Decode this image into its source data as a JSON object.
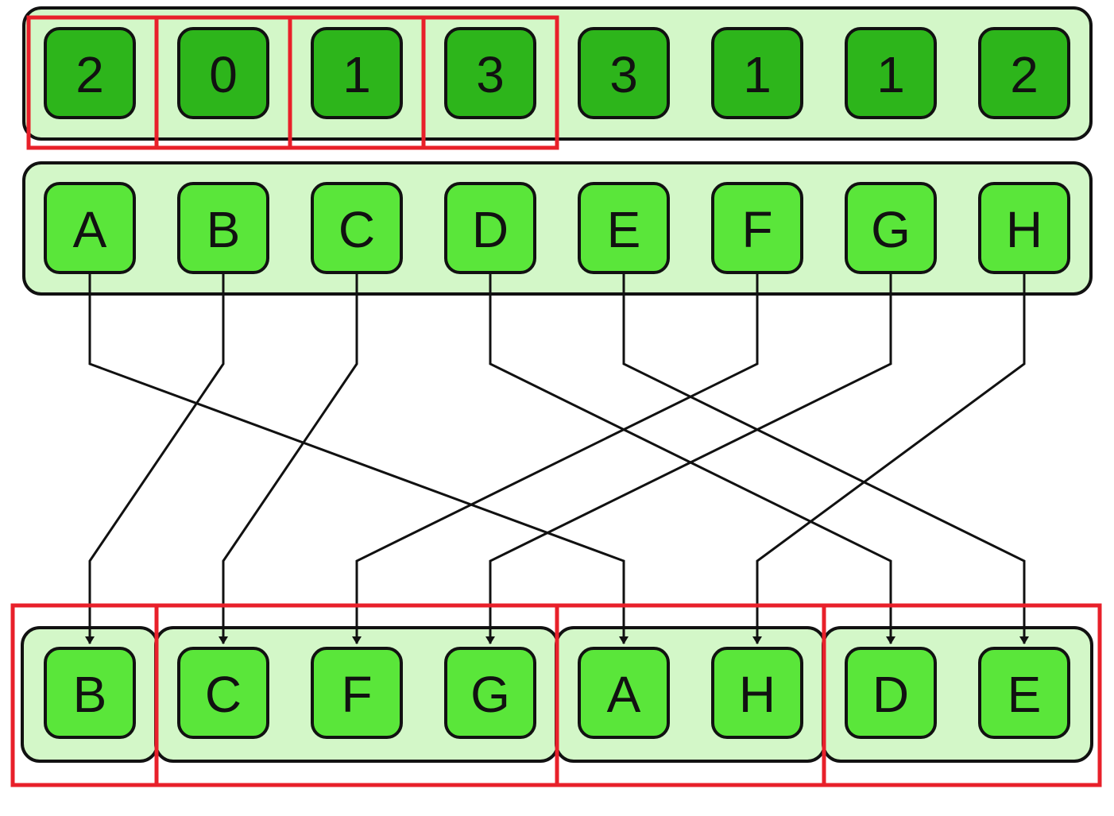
{
  "diagram": {
    "keys": [
      "2",
      "0",
      "1",
      "3",
      "3",
      "1",
      "1",
      "2"
    ],
    "input": [
      "A",
      "B",
      "C",
      "D",
      "E",
      "F",
      "G",
      "H"
    ],
    "output": [
      "B",
      "C",
      "F",
      "G",
      "A",
      "H",
      "D",
      "E"
    ],
    "mapping": [
      4,
      0,
      1,
      6,
      7,
      2,
      3,
      5
    ],
    "output_groups": [
      {
        "key": "0",
        "size": 1
      },
      {
        "key": "1",
        "size": 3
      },
      {
        "key": "2",
        "size": 2
      },
      {
        "key": "3",
        "size": 2
      }
    ],
    "highlighted_key_count": 4,
    "colors": {
      "container_fill": "#d3f7c8",
      "key_node_fill": "#2db51b",
      "item_node_fill": "#5ae63a",
      "outline": "#111111",
      "highlight": "#e8202a",
      "arrow": "#111111"
    }
  }
}
